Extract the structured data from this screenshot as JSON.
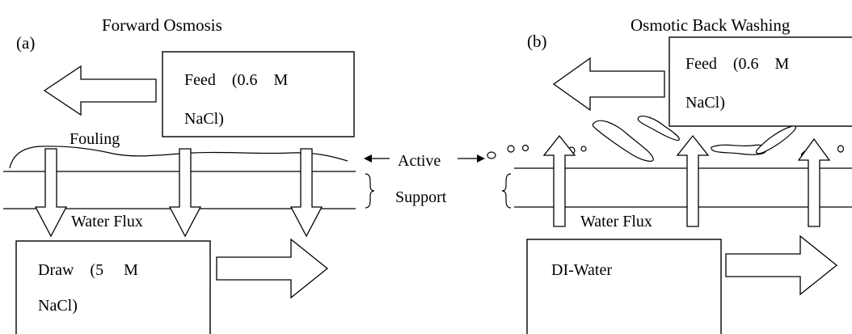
{
  "panel_a": {
    "title": "Forward Osmosis",
    "tag": "(a)",
    "feed_text": "Feed    (0.6    M",
    "feed_text_line2": "NaCl)",
    "draw_text": "Draw    (5     M",
    "draw_text_line2": "NaCl)",
    "fouling_label": "Fouling",
    "water_flux_label": "Water Flux"
  },
  "panel_b": {
    "title": "Osmotic Back Washing",
    "tag": "(b)",
    "feed_text": "Feed    (0.6    M",
    "feed_text_line2": "NaCl)",
    "draw_text": "DI-Water",
    "water_flux_label": "Water Flux"
  },
  "middle": {
    "active_label": "Active",
    "support_label": "Support"
  }
}
